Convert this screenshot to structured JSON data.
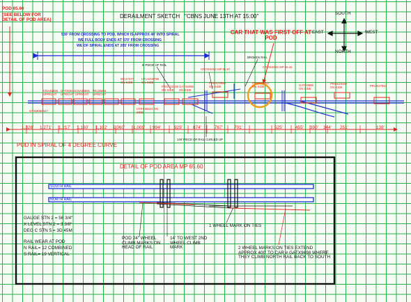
{
  "header": {
    "pod_title": "POD 65.60",
    "pod_note": "(SEE BELOW FOR DETAIL OF POD AREA)",
    "title": "DERAILMENT SKETCH",
    "subtitle": "\"CBNS JUNE 13TH AT 15:00\""
  },
  "compass": {
    "south": "SOUTH",
    "north": "NORTH",
    "east": "EAST",
    "west": "WEST"
  },
  "notes": {
    "crossing_to_pod": "530' FROM CROSSING TO POD, WHICH IS APPROX 40' INTO SPIRAL",
    "full_body": "WE FULL BODY ENDS AT 570' FROM CROSSING",
    "spiral_ends": "WE OF SPIRAL ENDS AT 265' FROM CROSSING",
    "car_first_off": "CAR THAT WAS FIRST OFF AT POD",
    "pod_spiral": "POD IN SPIRAL OF 4 DEGREE CURVE"
  },
  "labels": {
    "piece_of_rail": "6' PIECE OF RAIL",
    "broken_rail": "BROKEN RAIL",
    "crossing_6567": "CROSSING MP 65.67",
    "crossing_6542": "CROSSING MP 65.42",
    "curled_rail": "146' PIECE OF RAIL CURLED UP",
    "gtxm": "GTXM050447"
  },
  "car_labels": [
    "CNA45695 UPRIGHT",
    "GATX5674 UPRIGHT",
    "CNA45691 UPRIGHT",
    "WC25666 UPRIGHT",
    "WC27277 ON SIDE",
    "UTLX206796 ON SIDE",
    "PROX32180 ON SIDE",
    "GATX6096 ON SIDE",
    "PROX33688 ON SIDE",
    "PROX35423 ON SIDE",
    "GATX9698 ON SIDE",
    "PROX29160 ON SIDE",
    "PROX27553",
    "UTPX80624 ON SIDE"
  ],
  "distances": [
    "1,326'",
    "1,271'",
    "1,217'",
    "1,160'",
    "1,102'",
    "1,060'",
    "1,009'",
    "994'",
    "929'",
    "874'",
    "767'",
    "701'",
    "525'",
    "455'",
    "390'",
    "344'",
    "251'",
    "138'"
  ],
  "detail": {
    "title": "DETAIL OF POD AREA MP 65.60",
    "south_rail": "SOUTH RAIL",
    "north_rail": "NORTH RAIL",
    "gauge": "GAUGE STN 2   =  56 3/4\"",
    "xlevel": "X LEVEL STN 2  =  3 3/8\"",
    "degc": "DEG C STN 5    =  3D 45M",
    "wear_title": "RAIL WEAR AT POD",
    "n_rail": "N RAIL= 12 COMBINED",
    "s_rail": "S RAIL= 19 VERTICAL",
    "climb1": "POD 24\" WHEEL CLIMB MARKS ON HEAD OF RAIL",
    "climb2": "14' TO WEST 2ND WHEEL CLIMB MARK",
    "one_wheel": "1 WHEEL MARK ON TIES",
    "two_wheel": "2 WHEEL MARKS ON TIES EXTEND APPROX 400' TO CAR # GATX9698 WHERE THEY CLIMB NORTH RAIL BACK TO SOUTH"
  }
}
